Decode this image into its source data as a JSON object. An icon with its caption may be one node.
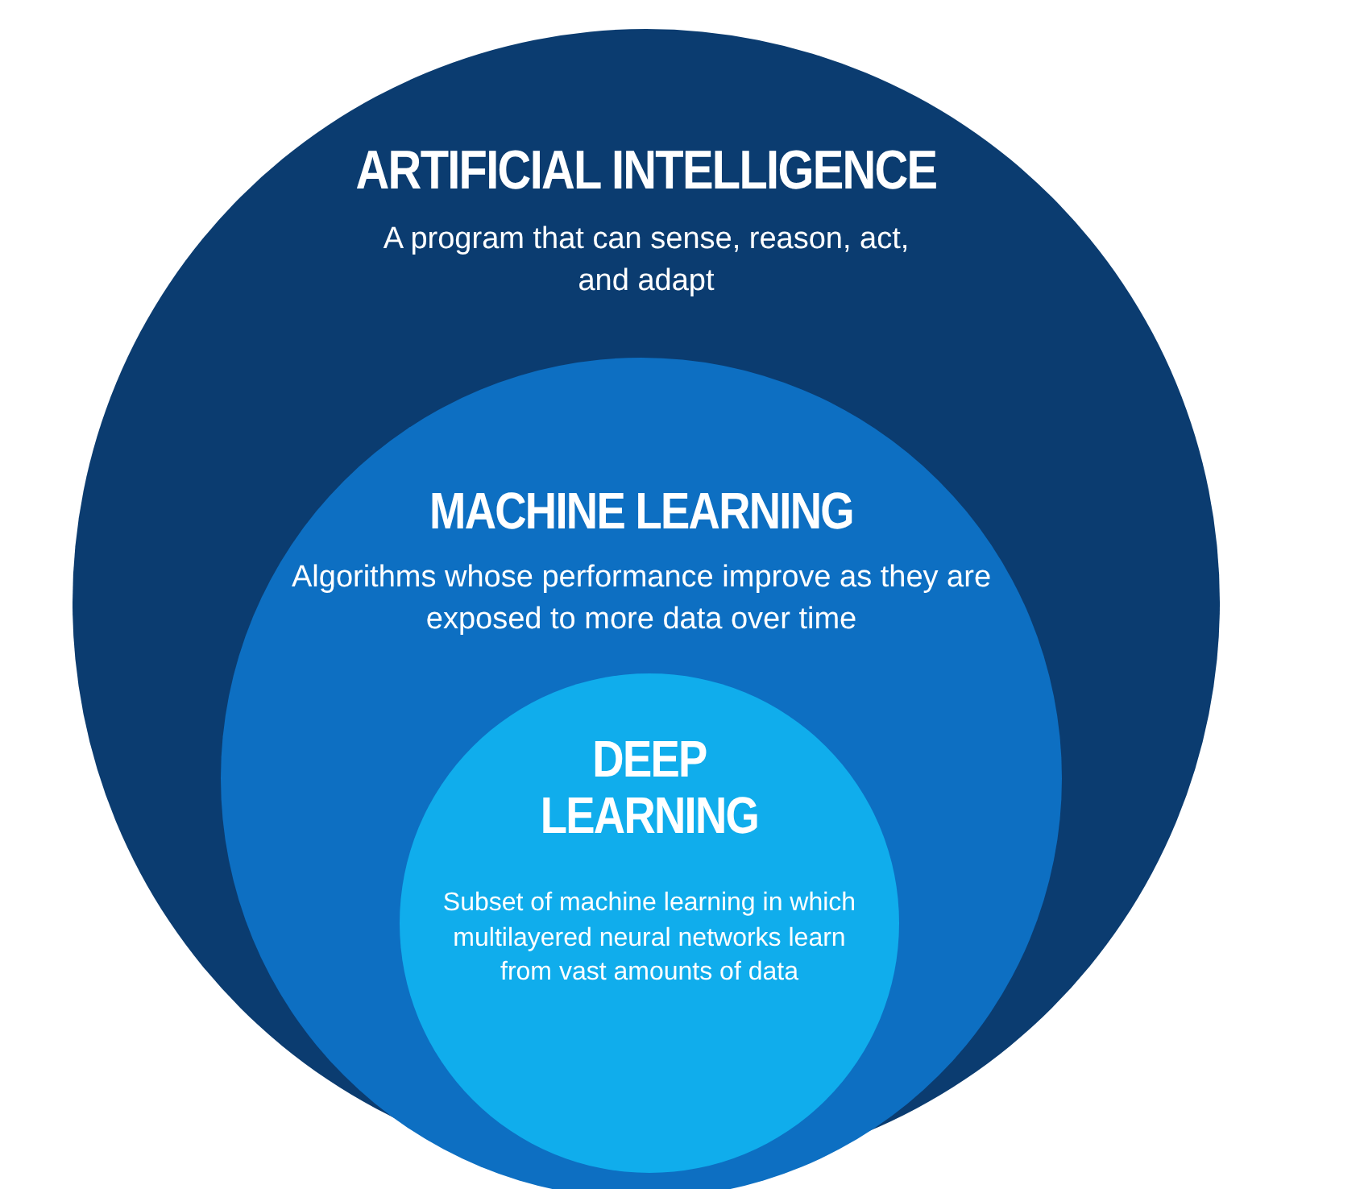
{
  "diagram": {
    "nodes": [
      {
        "text": [
          "ARTIFICIAL INTELLIGENCE",
          "A program that can sense, reason, act, and adapt"
        ]
      },
      {
        "text": [
          "MACHINE LEARNING",
          "Algorithms whose performance improve as they are exposed to more data over time"
        ],
        "in": 0
      },
      {
        "text": [
          "DEEP LEARNING",
          "Subset of machine learning in which multilayered neural networks learn from vast amounts of data"
        ],
        "in": 1
      }
    ]
  }
}
